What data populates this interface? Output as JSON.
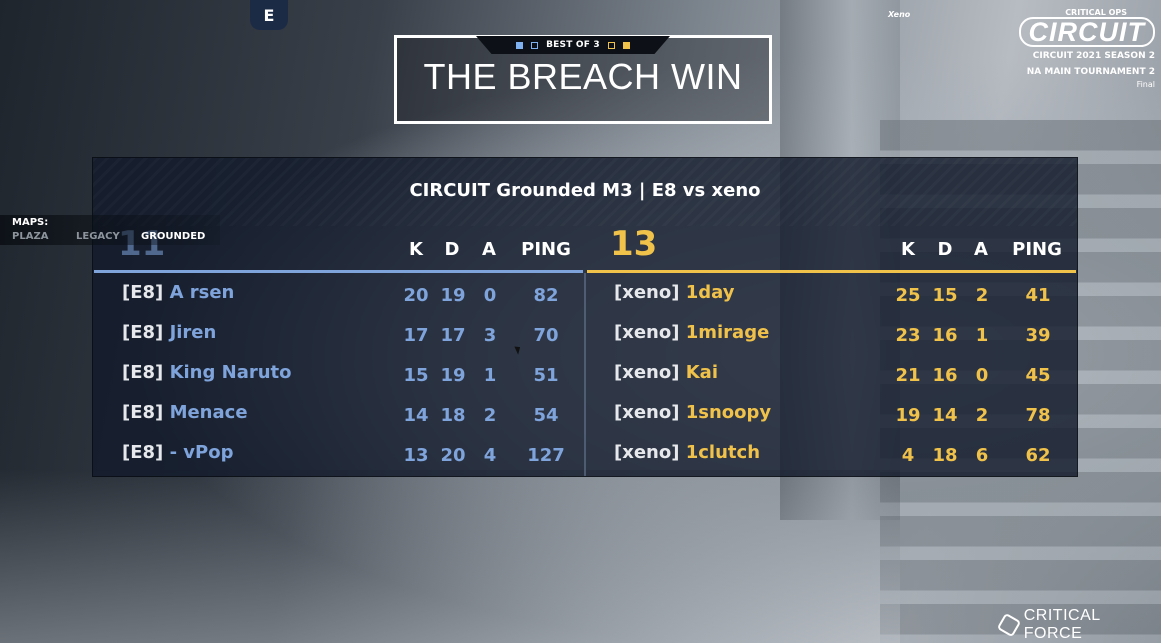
{
  "header": {
    "best_of": "BEST OF 3",
    "result_title": "THE BREACH WIN",
    "top_logo": "E"
  },
  "brand": {
    "small": "CRITICAL OPS",
    "big": "CIRCUIT",
    "line1": "CIRCUIT 2021 SEASON 2",
    "line2": "NA MAIN TOURNAMENT 2",
    "stage": "Final",
    "xeno_tag": "Xeno",
    "footer": "CRITICAL FORCE"
  },
  "maps": {
    "label": "MAPS:",
    "items": [
      "PLAZA",
      "LEGACY",
      "GROUNDED"
    ],
    "active": "GROUNDED"
  },
  "scoreboard": {
    "title": "CIRCUIT Grounded M3 | E8 vs xeno",
    "columns": [
      "K",
      "D",
      "A",
      "PING"
    ],
    "left": {
      "score": "11",
      "color": "#7fa4dc",
      "players": [
        {
          "tag": "[E8]",
          "name": "A rsen",
          "k": "20",
          "d": "19",
          "a": "0",
          "ping": "82"
        },
        {
          "tag": "[E8]",
          "name": "Jiren",
          "k": "17",
          "d": "17",
          "a": "3",
          "ping": "70"
        },
        {
          "tag": "[E8]",
          "name": "King Naruto",
          "k": "15",
          "d": "19",
          "a": "1",
          "ping": "51"
        },
        {
          "tag": "[E8]",
          "name": "Menace",
          "k": "14",
          "d": "18",
          "a": "2",
          "ping": "54"
        },
        {
          "tag": "[E8]",
          "name": "- vPop",
          "k": "13",
          "d": "20",
          "a": "4",
          "ping": "127"
        }
      ]
    },
    "right": {
      "score": "13",
      "color": "#f1c24a",
      "players": [
        {
          "tag": "[xeno]",
          "name": "1day",
          "k": "25",
          "d": "15",
          "a": "2",
          "ping": "41"
        },
        {
          "tag": "[xeno]",
          "name": "1mirage",
          "k": "23",
          "d": "16",
          "a": "1",
          "ping": "39"
        },
        {
          "tag": "[xeno]",
          "name": "Kai",
          "k": "21",
          "d": "16",
          "a": "0",
          "ping": "45"
        },
        {
          "tag": "[xeno]",
          "name": "1snoopy",
          "k": "19",
          "d": "14",
          "a": "2",
          "ping": "78"
        },
        {
          "tag": "[xeno]",
          "name": "1clutch",
          "k": "4",
          "d": "18",
          "a": "6",
          "ping": "62"
        }
      ]
    }
  }
}
